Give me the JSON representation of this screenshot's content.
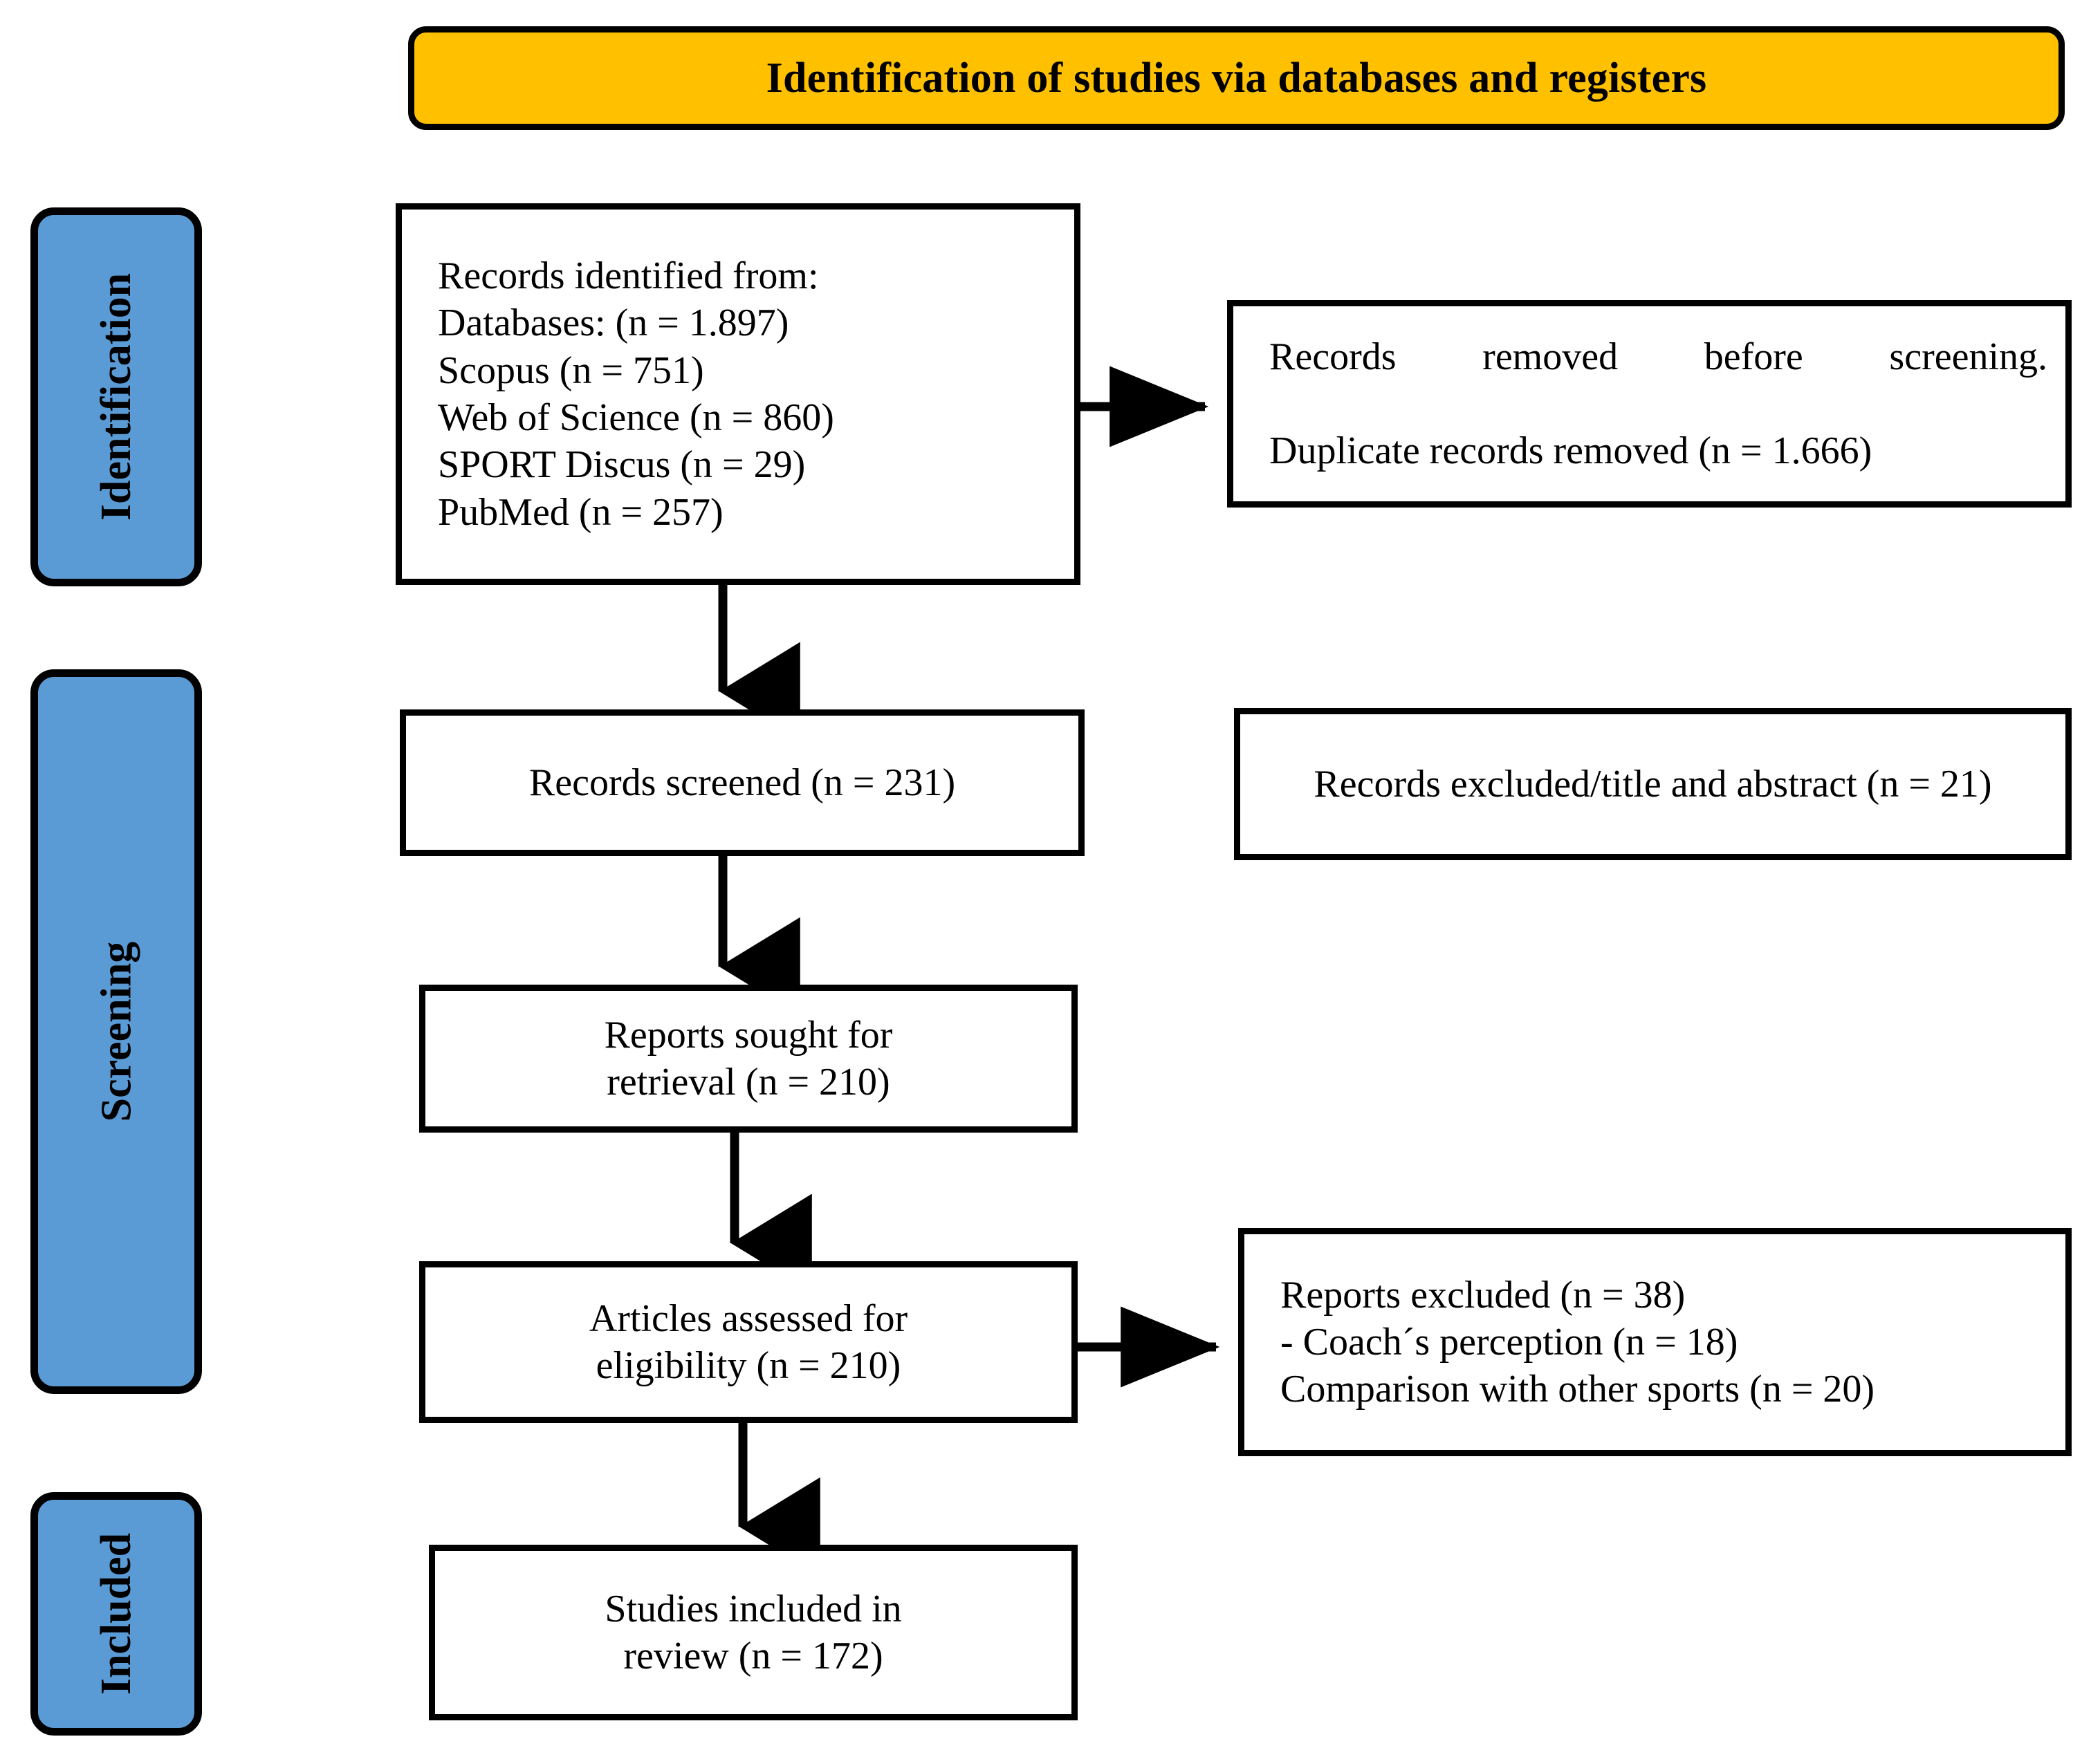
{
  "banner": {
    "title": "Identification of studies via databases and registers",
    "background_color": "#FFC000",
    "border_color": "#000000"
  },
  "stages": [
    {
      "id": "identification",
      "label": "Identification",
      "color": "#5B9BD5"
    },
    {
      "id": "screening",
      "label": "Screening",
      "color": "#5B9BD5"
    },
    {
      "id": "included",
      "label": "Included",
      "color": "#5B9BD5"
    }
  ],
  "boxes": {
    "identified": {
      "lines": [
        "Records identified from:",
        "Databases: (n = 1.897)",
        "Scopus (n = 751)",
        "Web of Science (n = 860)",
        "SPORT Discus (n = 29)",
        "PubMed (n = 257)"
      ]
    },
    "removed": {
      "lines": [
        "Records removed before screening.",
        "Duplicate records removed (n = 1.666)"
      ]
    },
    "screened": {
      "lines": [
        "Records screened (n = 231)"
      ]
    },
    "excluded_title_abstract": {
      "lines": [
        "Records excluded/title and abstract (n = 21)"
      ]
    },
    "sought": {
      "lines": [
        "Reports sought for",
        "retrieval (n = 210)"
      ]
    },
    "assessed": {
      "lines": [
        "Articles assessed for",
        "eligibility (n = 210)"
      ]
    },
    "reports_excluded": {
      "lines": [
        "Reports excluded (n = 38)",
        "- Coach´s perception (n = 18)",
        "Comparison with other sports (n = 20)"
      ]
    },
    "included": {
      "lines": [
        "Studies included in",
        "review (n = 172)"
      ]
    }
  },
  "flow": {
    "arrows": [
      {
        "name": "identified-to-removed",
        "direction": "right"
      },
      {
        "name": "identified-to-screened",
        "direction": "down"
      },
      {
        "name": "screened-to-sought",
        "direction": "down"
      },
      {
        "name": "sought-to-assessed",
        "direction": "down"
      },
      {
        "name": "assessed-to-reports-excluded",
        "direction": "right"
      },
      {
        "name": "assessed-to-included",
        "direction": "down"
      }
    ]
  }
}
